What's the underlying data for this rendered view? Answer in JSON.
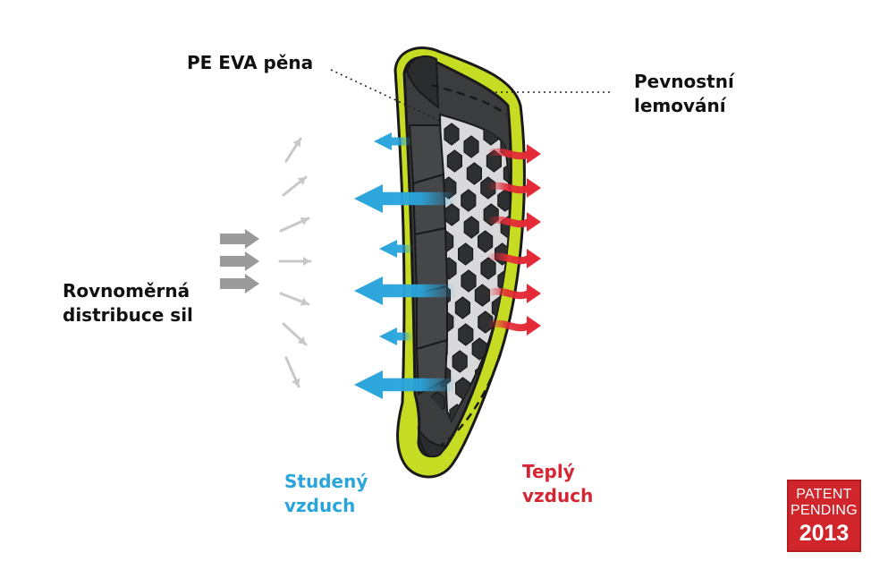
{
  "labels": {
    "foam": "PE EVA pěna",
    "edge": "Pevnostní\nlemování",
    "distribution": "Rovnoměrná\ndistribuce sil",
    "cold_air": "Studený\nvzduch",
    "warm_air": "Teplý\nvzduch"
  },
  "badge": {
    "line1": "PATENT",
    "line2": "PENDING",
    "year": "2013"
  },
  "colors": {
    "edge_trim": "#c6dc22",
    "pad_shell": "#3b3c3e",
    "pad_dark": "#1e1f21",
    "mesh": "#d9d9db",
    "cold_arrow": "#2aa5dc",
    "warm_arrow": "#e32a36",
    "force_arrow": "#9a9a9a",
    "cold_text": "#2aa5dc",
    "warm_text": "#d52633",
    "badge_bg": "#d0252b"
  }
}
